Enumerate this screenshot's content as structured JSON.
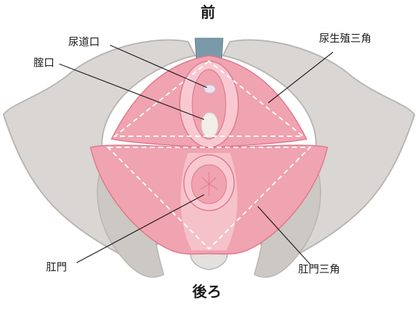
{
  "orientation": {
    "front": "前",
    "back": "後ろ"
  },
  "labels": {
    "urethral_opening": "尿道口",
    "vaginal_opening": "腟口",
    "anus": "肛門",
    "urogenital_triangle": "尿生殖三角",
    "anal_triangle": "肛門三角"
  },
  "colors": {
    "bone": "#d9d6d3",
    "bone_shadow": "#b9b5b1",
    "muscle": "#f0a3b0",
    "muscle_light": "#f8c9d1",
    "muscle_dark": "#e0788d",
    "vessel": "#7a9aaa",
    "leader_line": "#1a1a1a",
    "dashed_line": "#ffffff"
  }
}
